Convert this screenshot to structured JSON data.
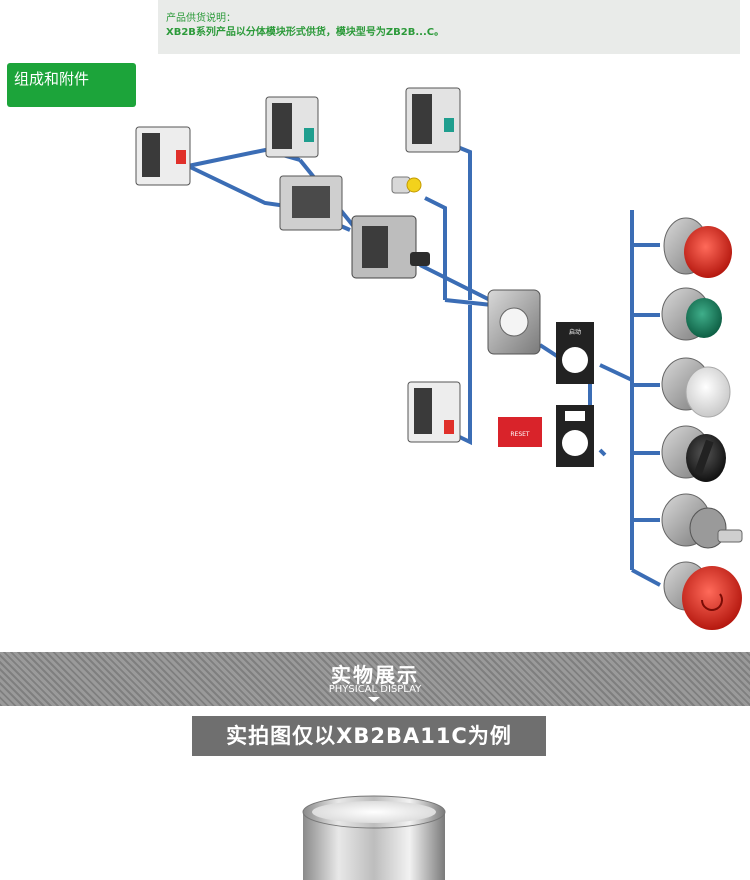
{
  "supply_note": {
    "line1": "产品供货说明：",
    "line2": "XB2B系列产品以分体模块形式供货，模块型号为ZB2B...C。"
  },
  "section_header": {
    "title": "组成和附件"
  },
  "diagram": {
    "legend_plate_top": "启动",
    "reset_label": "RESET",
    "line_color": "#3b6db5",
    "accent_green": "#1ca43a"
  },
  "display_banner": {
    "title": "实物展示",
    "subtitle": "PHYSICAL DISPLAY"
  },
  "example_caption": "实拍图仅以XB2BA11C为例"
}
